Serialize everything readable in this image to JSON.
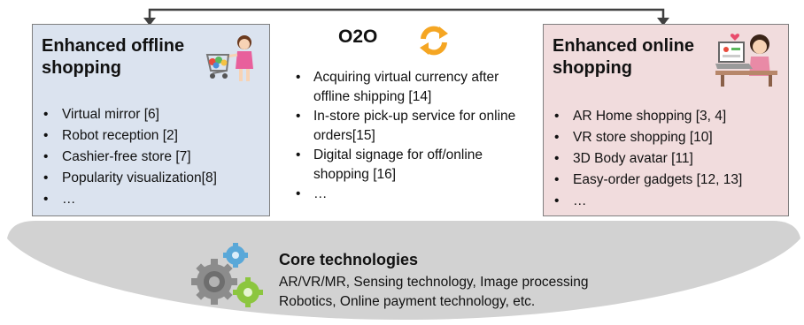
{
  "offline": {
    "title": "Enhanced offline shopping",
    "items": [
      "Virtual mirror [6]",
      "Robot reception [2]",
      "Cashier-free store [7]",
      "Popularity visualization[8]",
      "…"
    ]
  },
  "o2o": {
    "title": "O2O",
    "items": [
      "Acquiring virtual currency after offline shipping [14]",
      "In-store pick-up service for online orders[15]",
      "Digital signage for off/online shopping [16]",
      "…"
    ]
  },
  "online": {
    "title": "Enhanced online shopping",
    "items": [
      "AR Home shopping [3, 4]",
      "VR store shopping [10]",
      "3D Body avatar [11]",
      "Easy-order gadgets [12, 13]",
      "…"
    ]
  },
  "core": {
    "title": "Core technologies",
    "line1": "AR/VR/MR, Sensing technology, Image processing",
    "line2": "Robotics, Online payment technology, etc."
  },
  "colors": {
    "offline_fill": "#dbe3ef",
    "online_fill": "#f1dcdd",
    "base_fill": "#d2d2d2",
    "sync_orange": "#f5a623",
    "gear_blue": "#5aa8d8",
    "gear_green": "#8cc63f",
    "gear_gray": "#8c8c8c"
  },
  "icons": {
    "offline": "shopper-with-cart-icon",
    "o2o": "sync-arrows-icon",
    "online": "laptop-shopper-icon",
    "core": "gears-icon"
  }
}
